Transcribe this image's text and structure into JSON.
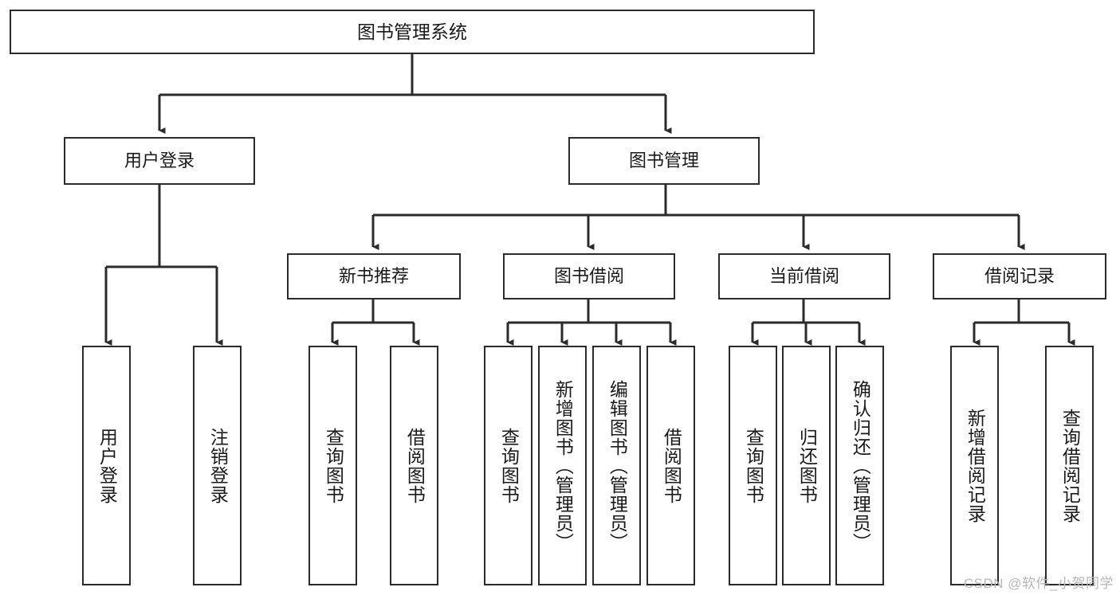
{
  "diagram": {
    "title": "图书管理系统",
    "watermark": "CSDN @软件_小贺同学",
    "colors": {
      "background": "#ffffff",
      "stroke": "#2b2b2b",
      "text": "#1a1a1a",
      "watermark": "#b7b7b7"
    },
    "levels": {
      "root": {
        "label": "图书管理系统"
      },
      "level2": [
        {
          "label": "用户登录"
        },
        {
          "label": "图书管理"
        }
      ],
      "level3": [
        {
          "label": "新书推荐"
        },
        {
          "label": "图书借阅"
        },
        {
          "label": "当前借阅"
        },
        {
          "label": "借阅记录"
        }
      ],
      "leaves": {
        "user_login": [
          {
            "label": "用户登录"
          },
          {
            "label": "注销登录"
          }
        ],
        "new_book": [
          {
            "label": "查询图书"
          },
          {
            "label": "借阅图书"
          }
        ],
        "book_borrow": [
          {
            "label": "查询图书"
          },
          {
            "label": "新增图书（管理员）"
          },
          {
            "label": "编辑图书（管理员）"
          },
          {
            "label": "借阅图书"
          }
        ],
        "current_borrow": [
          {
            "label": "查询图书"
          },
          {
            "label": "归还图书"
          },
          {
            "label": "确认归还（管理员）"
          }
        ],
        "borrow_record": [
          {
            "label": "新增借阅记录"
          },
          {
            "label": "查询借阅记录"
          }
        ]
      }
    }
  }
}
